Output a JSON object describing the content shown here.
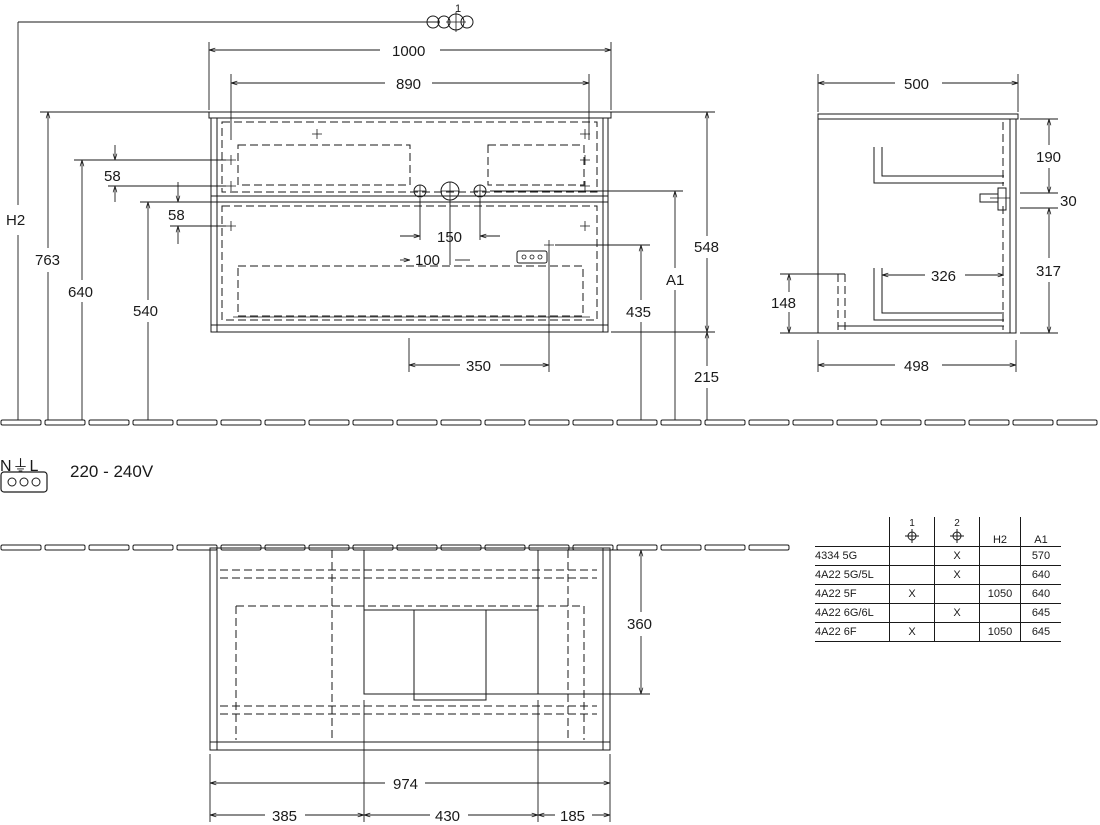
{
  "dimensions": {
    "width_total": "1000",
    "width_inner": "890",
    "depth_top": "500",
    "depth_bottom": "498",
    "h2": "H2",
    "h_763": "763",
    "h_640": "640",
    "h_540": "540",
    "h_548": "548",
    "h_215": "215",
    "a1": "A1",
    "h_435": "435",
    "w_350": "350",
    "w_150": "150",
    "w_100": "100",
    "h_58a": "58",
    "h_58b": "58",
    "side_190": "190",
    "side_30": "30",
    "side_317": "317",
    "side_326": "326",
    "side_148": "148",
    "bottom_360": "360",
    "bottom_974": "974",
    "bottom_385": "385",
    "bottom_430": "430",
    "bottom_185": "185",
    "fitting_marker": "1"
  },
  "electrical": {
    "symbol_text": "N⏚L",
    "voltage": "220 - 240V"
  },
  "variant_table": {
    "headers": [
      "",
      "1",
      "2",
      "H2",
      "A1"
    ],
    "rows": [
      [
        "4334 5G",
        "",
        "X",
        "",
        "570"
      ],
      [
        "4A22 5G/5L",
        "",
        "X",
        "",
        "640"
      ],
      [
        "4A22 5F",
        "X",
        "",
        "1050",
        "640"
      ],
      [
        "4A22 6G/6L",
        "",
        "X",
        "",
        "645"
      ],
      [
        "4A22 6F",
        "X",
        "",
        "1050",
        "645"
      ]
    ]
  }
}
